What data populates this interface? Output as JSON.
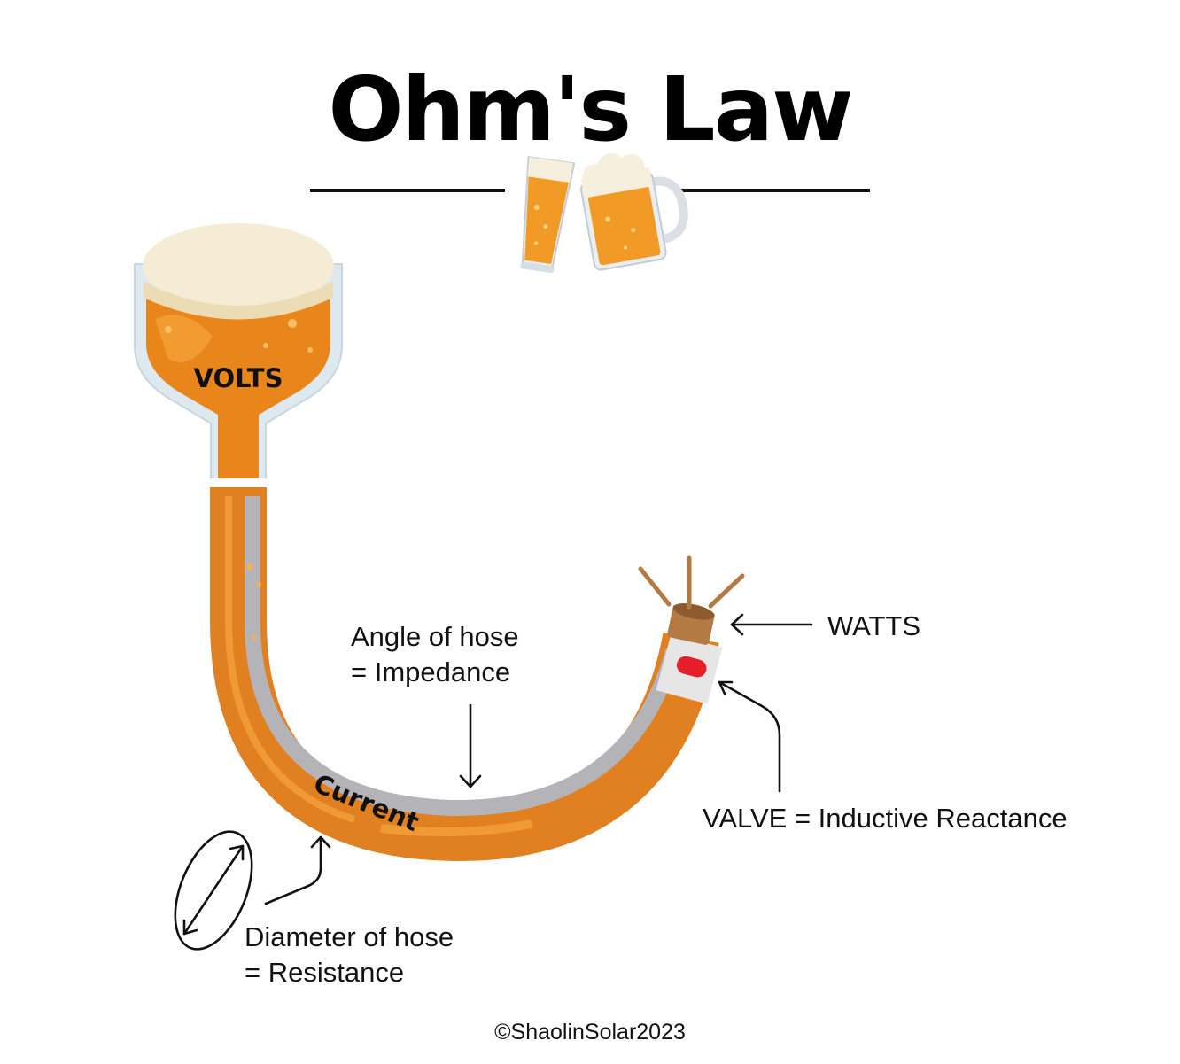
{
  "title": "Ohm's Law",
  "labels": {
    "volts": "VOLTS",
    "current": "Current",
    "watts": "WATTS",
    "angle_line1": "Angle of hose",
    "angle_line2": "= Impedance",
    "valve": "VALVE = Inductive Reactance",
    "diameter_line1": "Diameter of hose",
    "diameter_line2": "= Resistance"
  },
  "copyright": "©ShaolinSolar2023",
  "icons": [
    "beer-cheers-icon"
  ],
  "colors": {
    "beer": "#e8861c",
    "beer_dark": "#c96a10",
    "foam": "#f4ecd8",
    "hose_inner": "#b3b3b8",
    "glass": "#dfe8ee",
    "valve_red": "#e51e2a",
    "nozzle": "#b47a44"
  }
}
